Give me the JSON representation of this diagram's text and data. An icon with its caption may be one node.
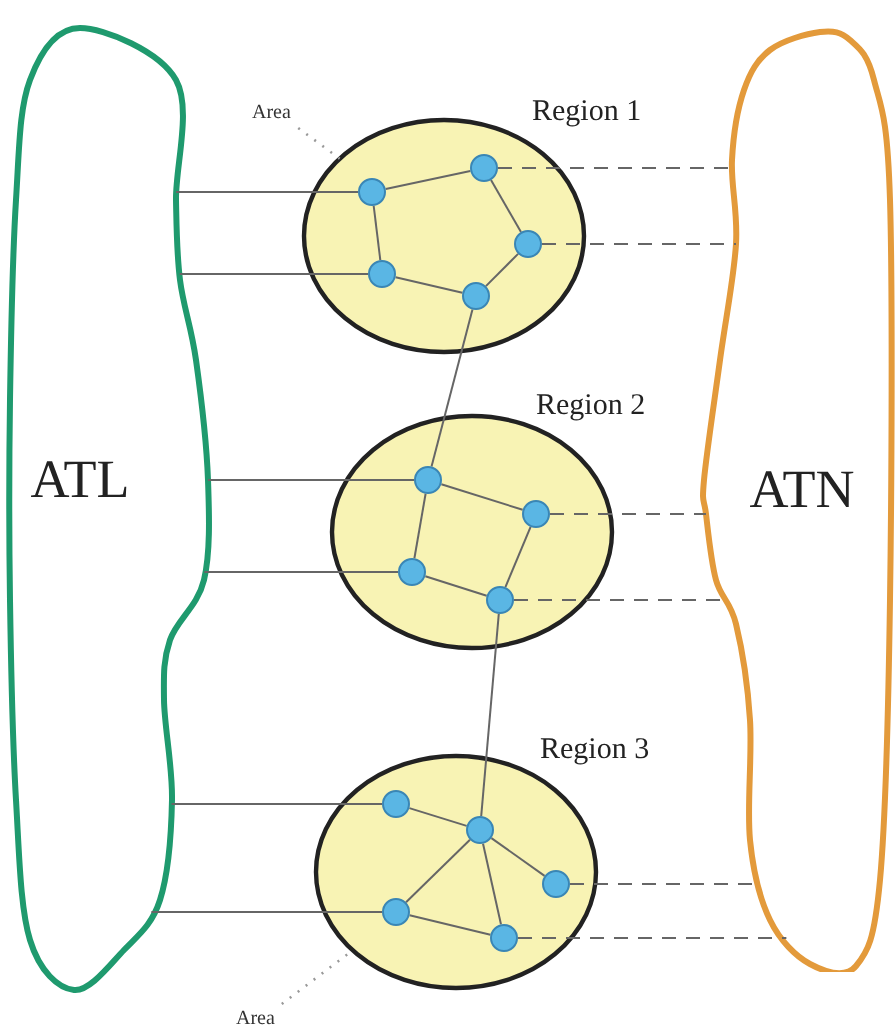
{
  "diagram": {
    "nodes": [
      {
        "text": [
          "ATL"
        ]
      },
      {
        "text": [
          "ATN"
        ]
      },
      {
        "text": [
          "Region 1"
        ]
      },
      {
        "text": [],
        "shape": "circle",
        "in": 2
      },
      {
        "text": [],
        "shape": "circle",
        "in": 2
      },
      {
        "text": [],
        "shape": "circle",
        "in": 2
      },
      {
        "text": [],
        "shape": "circle",
        "in": 2
      },
      {
        "text": [],
        "shape": "circle",
        "in": 2
      },
      {
        "text": [
          "Region 2"
        ]
      },
      {
        "text": [],
        "shape": "circle",
        "in": 8
      },
      {
        "text": [],
        "shape": "circle",
        "in": 8
      },
      {
        "text": [],
        "shape": "circle",
        "in": 8
      },
      {
        "text": [],
        "shape": "circle",
        "in": 8
      },
      {
        "text": [
          "Region 3"
        ]
      },
      {
        "text": [],
        "shape": "circle",
        "in": 13
      },
      {
        "text": [],
        "shape": "circle",
        "in": 13
      },
      {
        "text": [],
        "shape": "circle",
        "in": 13
      },
      {
        "text": [],
        "shape": "circle",
        "in": 13
      },
      {
        "text": [],
        "shape": "circle",
        "in": 13
      },
      {
        "text": [
          "Area"
        ]
      },
      {
        "text": [
          "Area"
        ]
      }
    ],
    "edges": [
      {
        "from": 0,
        "to": 3,
        "arrow": "none"
      },
      {
        "from": 0,
        "to": 6,
        "arrow": "none"
      },
      {
        "from": 3,
        "to": 4,
        "arrow": "none"
      },
      {
        "from": 4,
        "to": 5,
        "arrow": "none"
      },
      {
        "from": 5,
        "to": 7,
        "arrow": "none"
      },
      {
        "from": 7,
        "to": 6,
        "arrow": "none"
      },
      {
        "from": 6,
        "to": 3,
        "arrow": "none"
      },
      {
        "from": 4,
        "to": 1,
        "arrow": "none",
        "style": "dashed"
      },
      {
        "from": 5,
        "to": 1,
        "arrow": "none",
        "style": "dashed"
      },
      {
        "from": 7,
        "to": 9,
        "arrow": "none"
      },
      {
        "from": 0,
        "to": 9,
        "arrow": "none"
      },
      {
        "from": 0,
        "to": 11,
        "arrow": "none"
      },
      {
        "from": 9,
        "to": 10,
        "arrow": "none"
      },
      {
        "from": 10,
        "to": 12,
        "arrow": "none"
      },
      {
        "from": 12,
        "to": 11,
        "arrow": "none"
      },
      {
        "from": 11,
        "to": 9,
        "arrow": "none"
      },
      {
        "from": 10,
        "to": 1,
        "arrow": "none",
        "style": "dashed"
      },
      {
        "from": 12,
        "to": 1,
        "arrow": "none",
        "style": "dashed"
      },
      {
        "from": 12,
        "to": 15,
        "arrow": "none"
      },
      {
        "from": 0,
        "to": 14,
        "arrow": "none"
      },
      {
        "from": 0,
        "to": 17,
        "arrow": "none"
      },
      {
        "from": 14,
        "to": 15,
        "arrow": "none"
      },
      {
        "from": 15,
        "to": 16,
        "arrow": "none"
      },
      {
        "from": 15,
        "to": 17,
        "arrow": "none"
      },
      {
        "from": 15,
        "to": 18,
        "arrow": "none"
      },
      {
        "from": 17,
        "to": 18,
        "arrow": "none"
      },
      {
        "from": 16,
        "to": 1,
        "arrow": "none",
        "style": "dashed"
      },
      {
        "from": 18,
        "to": 1,
        "arrow": "none",
        "style": "dashed"
      },
      {
        "from": 19,
        "to": 2,
        "arrow": "none",
        "style": "dashed"
      },
      {
        "from": 20,
        "to": 13,
        "arrow": "none",
        "style": "dashed"
      }
    ]
  }
}
